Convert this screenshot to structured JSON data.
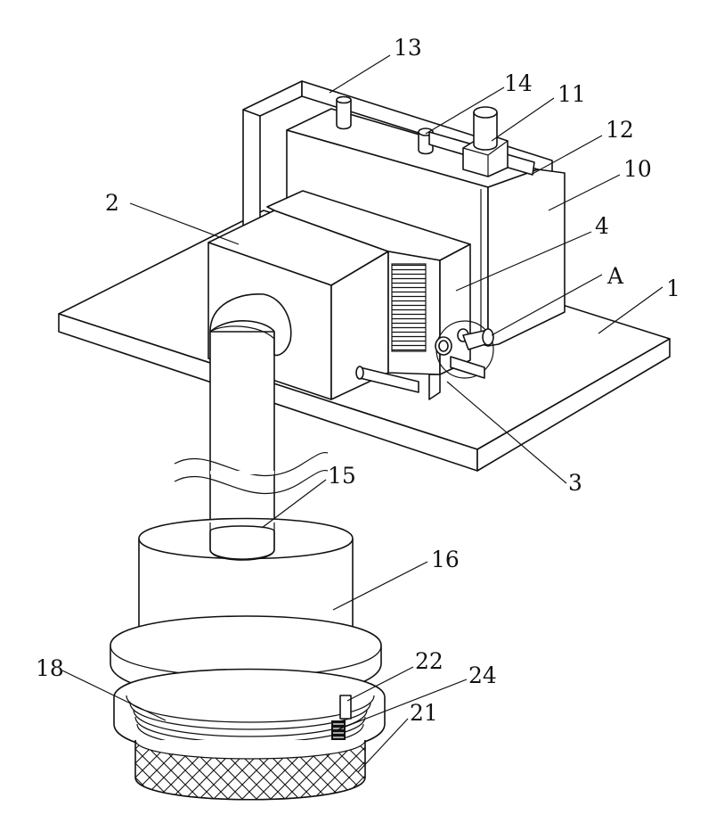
{
  "labels": {
    "l1": "1",
    "l2": "2",
    "l3": "3",
    "l4": "4",
    "lA": "A",
    "l10": "10",
    "l11": "11",
    "l12": "12",
    "l13": "13",
    "l14": "14",
    "l15": "15",
    "l16": "16",
    "l18": "18",
    "l21": "21",
    "l22": "22",
    "l24": "24"
  }
}
